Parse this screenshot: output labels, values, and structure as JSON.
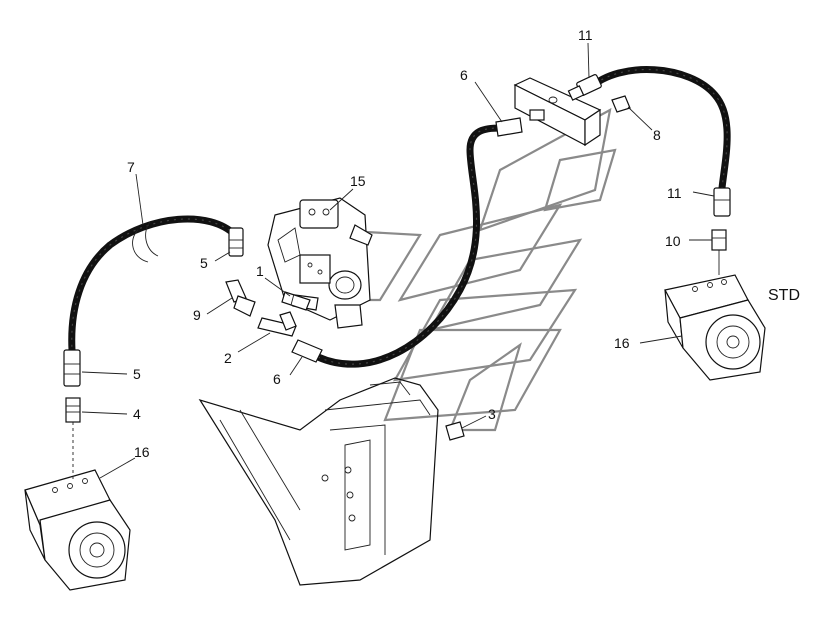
{
  "callouts": {
    "c1": "1",
    "c2": "2",
    "c3": "3",
    "c4": "4",
    "c5a": "5",
    "c5b": "5",
    "c6a": "6",
    "c6b": "6",
    "c7": "7",
    "c8": "8",
    "c9": "9",
    "c10": "10",
    "c11a": "11",
    "c11b": "11",
    "c15": "15",
    "c16a": "16",
    "c16b": "16"
  },
  "variant_label": "STD",
  "icons": {
    "watermark": "stripe-logo-watermark"
  }
}
